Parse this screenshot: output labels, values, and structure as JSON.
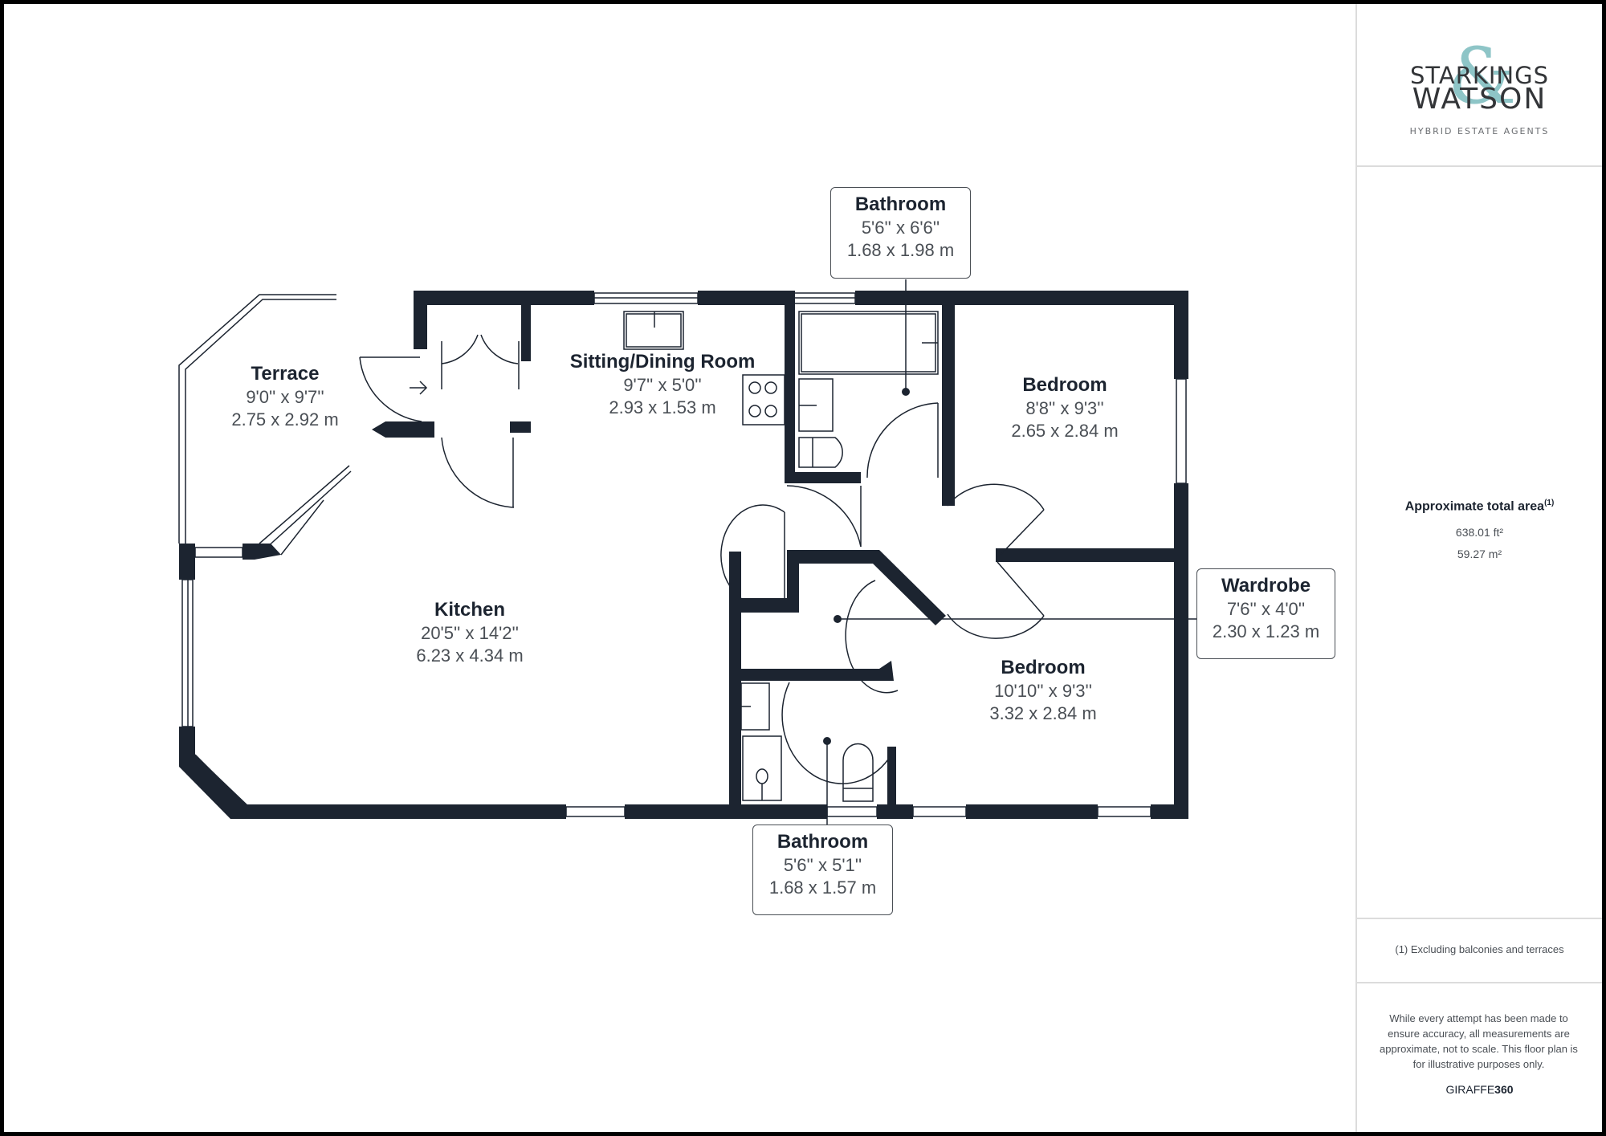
{
  "brand": {
    "logo_line1": "STARKINGS",
    "logo_line2": "WATSON",
    "logo_ampersand": "&",
    "tagline": "HYBRID ESTATE AGENTS",
    "accent_color": "#8ec5c7"
  },
  "area": {
    "title": "Approximate total area",
    "footnote_mark": "(1)",
    "sq_ft": "638.01 ft²",
    "sq_m": "59.27 m²"
  },
  "note": "(1) Excluding balconies and terraces",
  "disclaimer": "While every attempt has been made to ensure accuracy, all measurements are approximate, not to scale. This floor plan is for illustrative purposes only.",
  "credit": {
    "prefix": "GIRAFFE",
    "suffix": "360"
  },
  "rooms": [
    {
      "name": "Terrace",
      "imperial": "9'0'' x 9'7''",
      "metric": "2.75 x 2.92 m"
    },
    {
      "name": "Sitting/Dining Room",
      "imperial": "9'7'' x 5'0''",
      "metric": "2.93 x 1.53 m"
    },
    {
      "name": "Kitchen",
      "imperial": "20'5'' x 14'2''",
      "metric": "6.23 x 4.34 m"
    },
    {
      "name": "Bedroom",
      "imperial": "8'8'' x 9'3''",
      "metric": "2.65 x 2.84 m"
    },
    {
      "name": "Bedroom",
      "imperial": "10'10'' x 9'3''",
      "metric": "3.32 x 2.84 m"
    }
  ],
  "callouts": [
    {
      "name": "Bathroom",
      "imperial": "5'6'' x 6'6''",
      "metric": "1.68 x 1.98 m"
    },
    {
      "name": "Wardrobe",
      "imperial": "7'6'' x 4'0''",
      "metric": "2.30 x 1.23 m"
    },
    {
      "name": "Bathroom",
      "imperial": "5'6'' x 5'1''",
      "metric": "1.68 x 1.57 m"
    }
  ],
  "colors": {
    "wall": "#1c2430",
    "text_dark": "#1c2430",
    "text_muted": "#4a4f55",
    "divider": "#dcdcdc"
  }
}
